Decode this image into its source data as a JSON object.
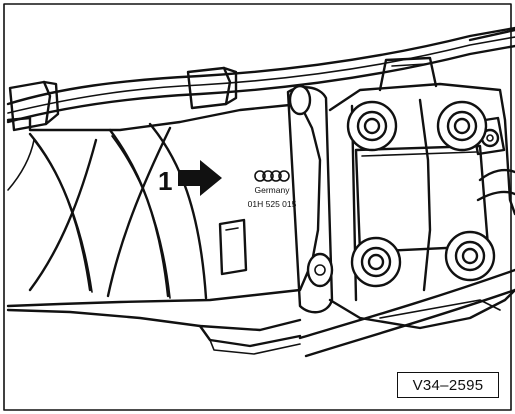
{
  "figure": {
    "callout_number": "1",
    "plate": {
      "country": "Germany",
      "part_number": "01H 525 015"
    },
    "reference_code": "V34–2595",
    "colors": {
      "ink": "#111111",
      "paper": "#ffffff"
    }
  }
}
